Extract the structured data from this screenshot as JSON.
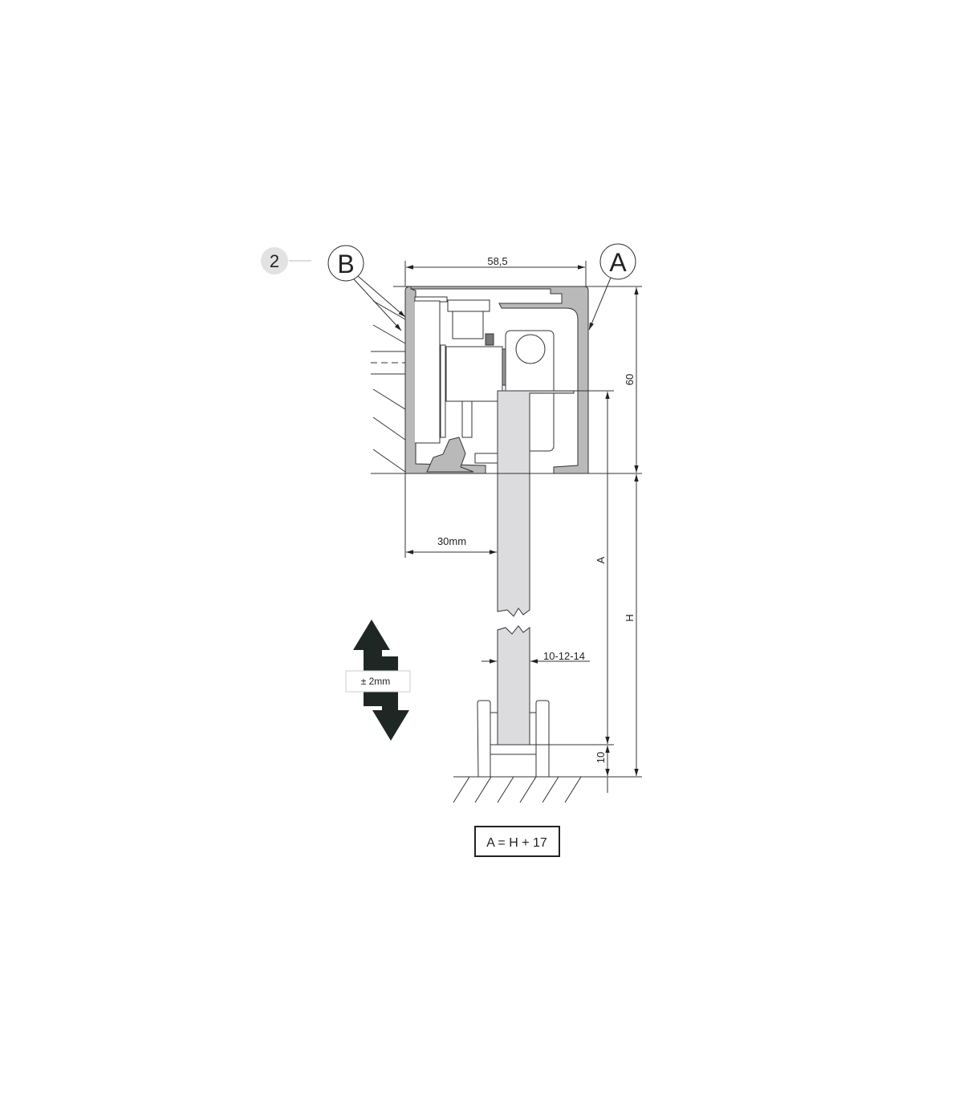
{
  "figure_number": "2",
  "callouts": {
    "b": "B",
    "a": "A"
  },
  "dimensions": {
    "width_profile": "58,5",
    "height_profile": "60",
    "door_offset": "30mm",
    "height_a": "A",
    "height_h": "H",
    "glass_thickness": "10-12-14",
    "floor_gap": "10"
  },
  "adjustment_label": "± 2mm",
  "formula": "A = H + 17",
  "colors": {
    "profile": "#b9b9b9",
    "glass": "#dcdcdf",
    "arrow": "#1f2725",
    "badge": "#e2e2e2"
  }
}
